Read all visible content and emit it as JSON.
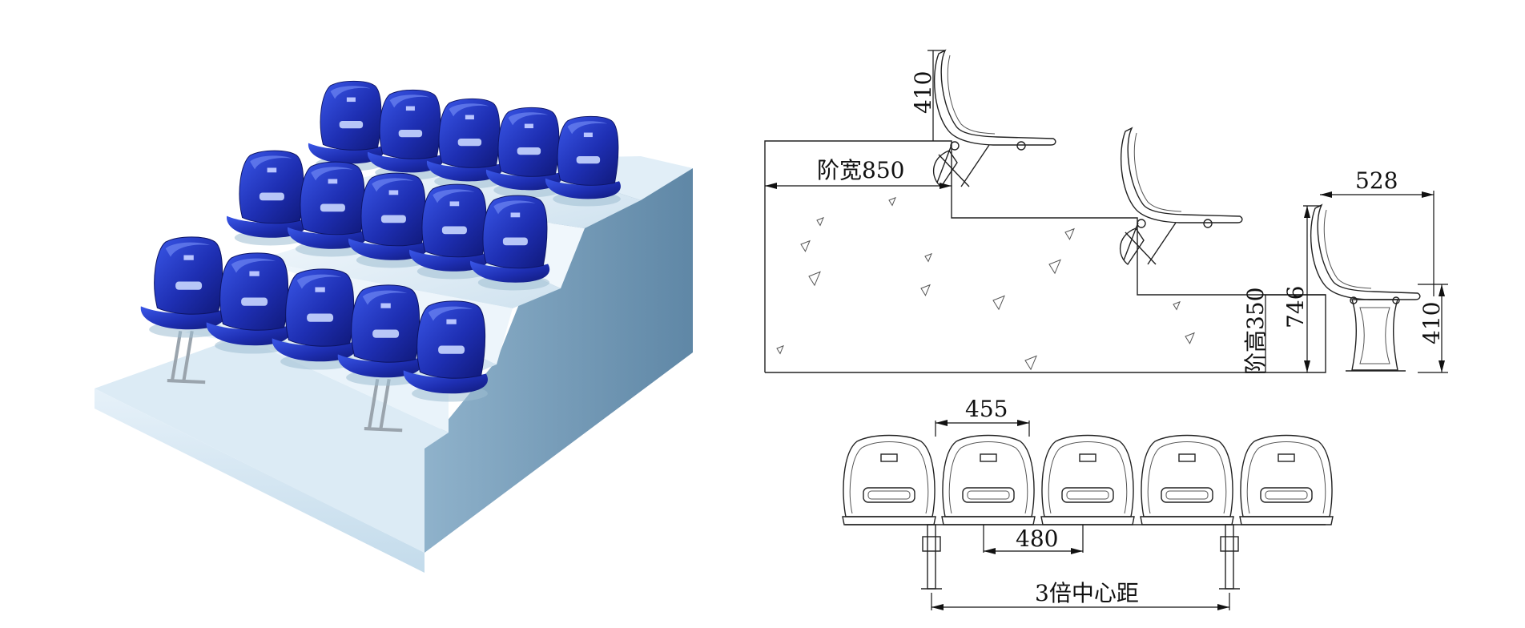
{
  "colors": {
    "seat_blue": "#1e2fb3",
    "seat_blue_dark": "#10197a",
    "seat_blue_light": "#3a57e8",
    "stand_light": "#eaf4fb",
    "stand_mid": "#b9d4e6",
    "stand_dark": "#6f97b5",
    "line": "#222222"
  },
  "rendering": {
    "rows": 3,
    "seats_per_row": 5,
    "seat_label": "seat"
  },
  "side_view": {
    "step_width_label": "阶宽850",
    "step_height_label": "阶高350",
    "seat_height_top": "410",
    "seat_height_right": "410",
    "overall_height": "746",
    "depth": "528"
  },
  "front_view": {
    "seat_width": "455",
    "center_spacing": "480",
    "bracket_spacing": "3倍中心距",
    "seats": 5
  }
}
